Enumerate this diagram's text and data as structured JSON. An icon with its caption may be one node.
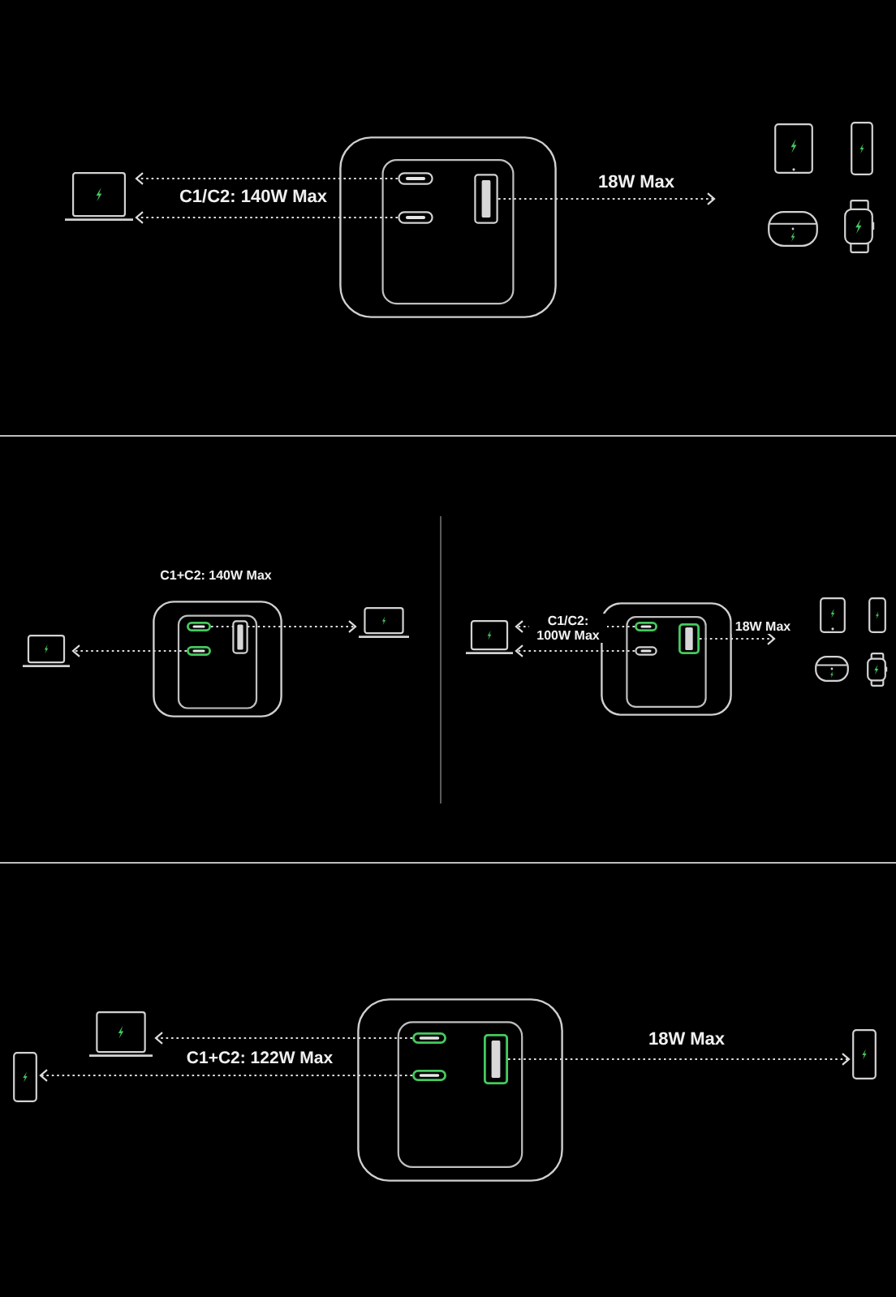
{
  "diagram": {
    "nodes": [
      {
        "text": [],
        "shape": "laptop"
      },
      {
        "text": [],
        "shape": "charger"
      },
      {
        "text": [],
        "shape": "port",
        "in": 1
      },
      {
        "text": [],
        "shape": "port",
        "in": 1
      },
      {
        "text": [],
        "shape": "port",
        "in": 1
      },
      {
        "text": [],
        "shape": "tablet"
      },
      {
        "text": [],
        "shape": "phone"
      },
      {
        "text": [],
        "shape": "earbuds"
      },
      {
        "text": [],
        "shape": "watch"
      },
      {
        "text": [],
        "shape": "laptop"
      },
      {
        "text": [],
        "shape": "charger"
      },
      {
        "text": [],
        "shape": "port",
        "in": 10
      },
      {
        "text": [],
        "shape": "port",
        "in": 10
      },
      {
        "text": [],
        "shape": "port",
        "in": 10
      },
      {
        "text": [],
        "shape": "laptop"
      },
      {
        "text": [],
        "shape": "laptop"
      },
      {
        "text": [],
        "shape": "charger"
      },
      {
        "text": [],
        "shape": "port",
        "in": 16
      },
      {
        "text": [],
        "shape": "port",
        "in": 16
      },
      {
        "text": [],
        "shape": "port",
        "in": 16
      },
      {
        "text": [],
        "shape": "tablet"
      },
      {
        "text": [],
        "shape": "phone"
      },
      {
        "text": [],
        "shape": "earbuds"
      },
      {
        "text": [],
        "shape": "watch"
      },
      {
        "text": [],
        "shape": "phone"
      },
      {
        "text": [],
        "shape": "laptop"
      },
      {
        "text": [],
        "shape": "charger"
      },
      {
        "text": [],
        "shape": "port",
        "in": 26
      },
      {
        "text": [],
        "shape": "port",
        "in": 26
      },
      {
        "text": [],
        "shape": "port",
        "in": 26
      },
      {
        "text": [],
        "shape": "phone"
      }
    ],
    "edges": [
      {
        "from": 2,
        "to": 0,
        "arrow": "to",
        "label": "C1/C2: 140W Max"
      },
      {
        "from": 3,
        "to": 0,
        "arrow": "to"
      },
      {
        "from": 4,
        "to": null,
        "arrow": "to",
        "label": "18W Max"
      },
      {
        "from": 11,
        "to": 14,
        "arrow": "to"
      },
      {
        "from": 12,
        "to": 9,
        "arrow": "to"
      },
      {
        "from": 17,
        "to": 15,
        "arrow": "to",
        "label": "C1/C2: 100W Max"
      },
      {
        "from": 18,
        "to": 15,
        "arrow": "to"
      },
      {
        "from": 19,
        "to": null,
        "arrow": "to",
        "label": "18W Max"
      },
      {
        "from": 27,
        "to": 25,
        "arrow": "to",
        "label": "C1+C2: 122W Max"
      },
      {
        "from": 28,
        "to": 24,
        "arrow": "to"
      },
      {
        "from": 29,
        "to": 30,
        "arrow": "to",
        "label": "18W Max"
      }
    ],
    "labels": [
      "C1+C2: 140W Max"
    ]
  }
}
